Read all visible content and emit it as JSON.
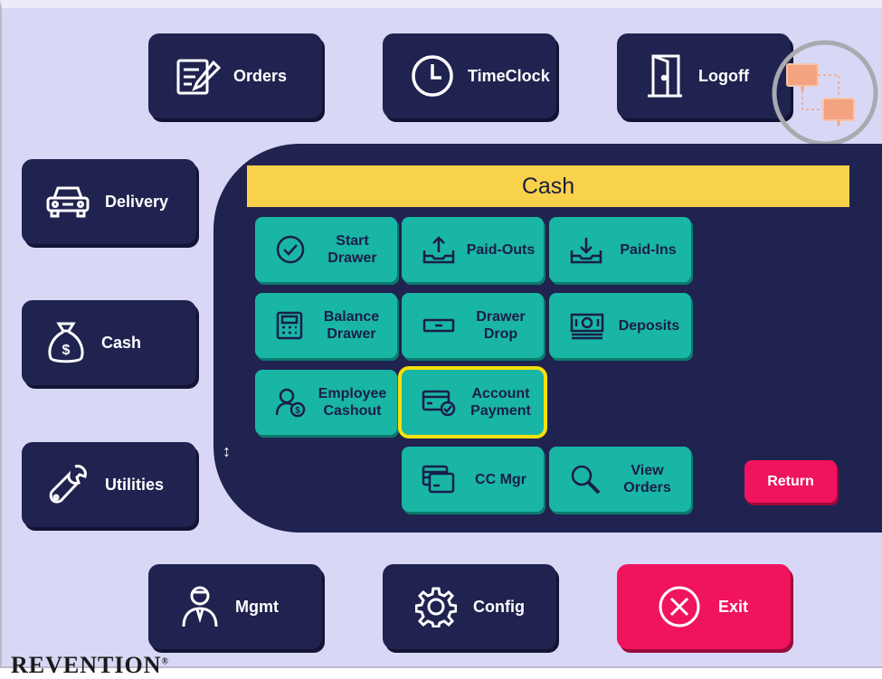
{
  "nav": {
    "orders": "Orders",
    "timeclock": "TimeClock",
    "logoff": "Logoff",
    "delivery": "Delivery",
    "cash": "Cash",
    "utilities": "Utilities",
    "mgmt": "Mgmt",
    "config": "Config",
    "exit": "Exit"
  },
  "panel": {
    "title": "Cash",
    "tiles": {
      "start_drawer": "Start Drawer",
      "paid_outs": "Paid-Outs",
      "paid_ins": "Paid-Ins",
      "balance_drawer": "Balance Drawer",
      "drawer_drop": "Drawer Drop",
      "deposits": "Deposits",
      "employee_cashout": "Employee Cashout",
      "account_payment": "Account Payment",
      "cc_mgr": "CC Mgr",
      "view_orders": "View Orders"
    },
    "return_label": "Return",
    "selected_tile": "account_payment"
  },
  "brand": {
    "logo": "REVENTION",
    "reg": "®"
  },
  "colors": {
    "background": "#d8d8f6",
    "button": "#20234f",
    "tile": "#19b5a5",
    "title_bar": "#f9d24c",
    "accent_red": "#f0135e",
    "selection": "#f5e10a"
  },
  "icons": {
    "resize": "↕"
  }
}
